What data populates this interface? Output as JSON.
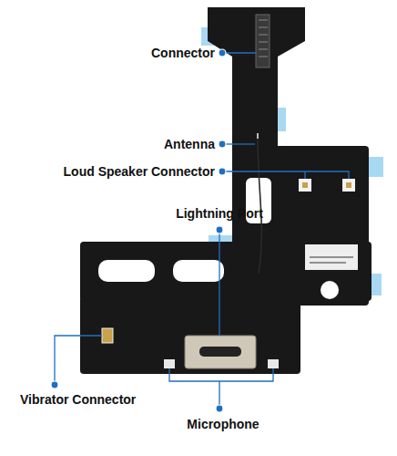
{
  "diagram": {
    "labels": [
      "Connector",
      "Antenna",
      "Loud Speaker Connector",
      "Lightning Port",
      "Vibrator Connector",
      "Microphone"
    ]
  }
}
